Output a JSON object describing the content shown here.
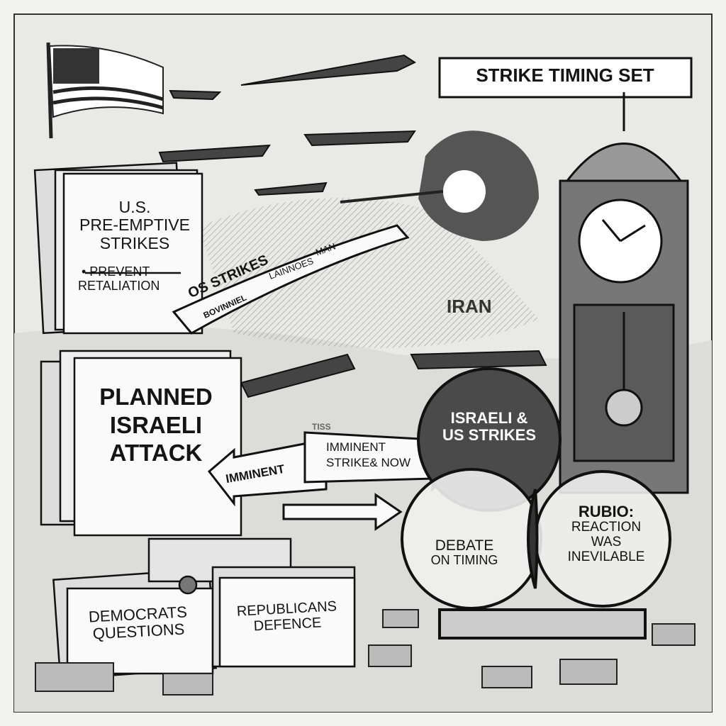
{
  "title": "STRIKE TIMING SET",
  "us_doc": {
    "line1": "U.S.",
    "line2": "PRE-EMPTIVE",
    "line3": "STRIKES",
    "bullet": "• PREVENT",
    "bullet2": "RETALIATION"
  },
  "banner": {
    "main": "OS STRIKES",
    "sub": "BOVINNIEL",
    "text2": "LAINNOES",
    "text3": "MAN"
  },
  "map_label": "IRAN",
  "israel_doc": {
    "line1": "PLANNED",
    "line2": "ISRAELI",
    "line3": "ATTACK"
  },
  "arrow_left": "IMMINENT",
  "arrow_right": {
    "line1": "IMMINENT",
    "line2": "STRIKE& NOW"
  },
  "arrow_top_faded": "TISS",
  "venn": {
    "top": {
      "line1": "ISRAELI &",
      "line2": "US STRIKES"
    },
    "left": {
      "line1": "DEBATE",
      "line2": "ON TIMING"
    },
    "right": {
      "line1": "RUBIO:",
      "line2": "REACTION",
      "line3": "WAS",
      "line4": "INEVILABLE"
    }
  },
  "folders": {
    "democrats": {
      "line1": "DEMOCRATS",
      "line2": "QUESTIONS"
    },
    "republicans": {
      "line1": "REPUBLICANS",
      "line2": "DEFENCE"
    }
  },
  "colors": {
    "ink": "#141414",
    "paper": "#f2f2f0",
    "shade": "#8a8a8a"
  }
}
